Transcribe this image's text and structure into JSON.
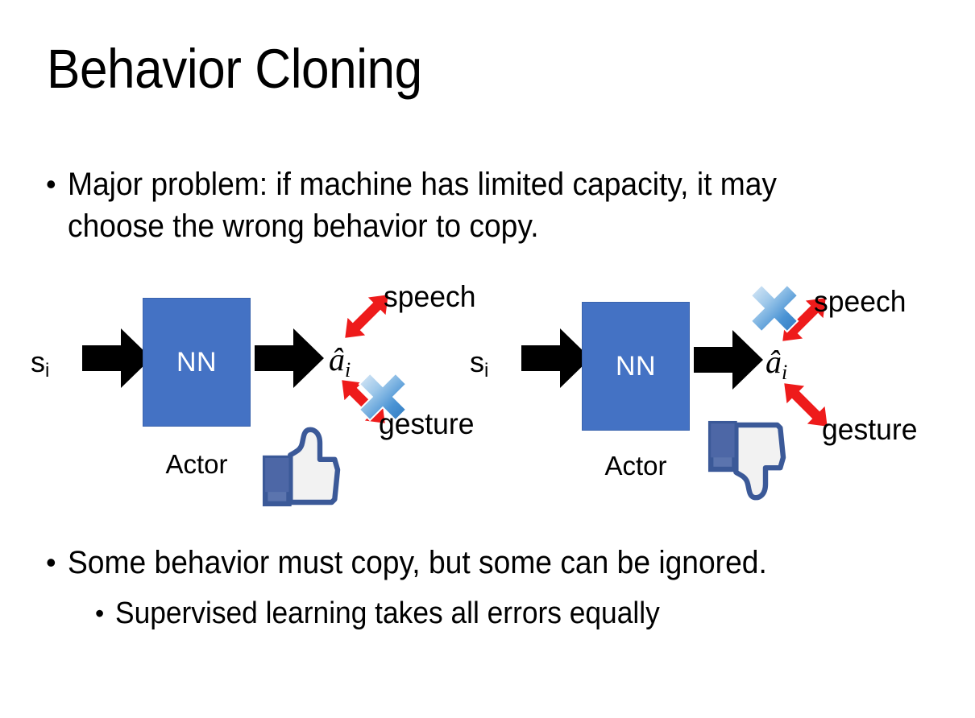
{
  "slide": {
    "title": "Behavior Cloning",
    "background_color": "#ffffff",
    "text_color": "#000000"
  },
  "bullets": [
    {
      "level": 1,
      "marker": "•",
      "text": "Major problem: if machine has limited capacity, it may choose the wrong behavior to copy."
    },
    {
      "level": 1,
      "marker": "•",
      "text": "Some behavior must copy, but some can be ignored."
    },
    {
      "level": 2,
      "marker": "•",
      "text": "Supervised learning takes all errors equally"
    }
  ],
  "diagrams": [
    {
      "id": "left",
      "state_label": "s",
      "state_subscript": "i",
      "network_label": "NN",
      "network_caption": "Actor",
      "action_label": "â",
      "action_subscript": "i",
      "outputs": [
        {
          "name": "speech",
          "crossed_out": false
        },
        {
          "name": "gesture",
          "crossed_out": true
        }
      ],
      "verdict_icon": "thumbs-up",
      "colors": {
        "network_fill": "#4472C4",
        "network_border": "#3a63ad",
        "network_text": "#ffffff",
        "flow_arrow": "#000000",
        "output_arrow": "#ee1b1b",
        "cross_mark": "#5a9bd5",
        "thumb": "#3b5998"
      }
    },
    {
      "id": "right",
      "state_label": "s",
      "state_subscript": "i",
      "network_label": "NN",
      "network_caption": "Actor",
      "action_label": "â",
      "action_subscript": "i",
      "outputs": [
        {
          "name": "speech",
          "crossed_out": true
        },
        {
          "name": "gesture",
          "crossed_out": false
        }
      ],
      "verdict_icon": "thumbs-down",
      "colors": {
        "network_fill": "#4472C4",
        "network_border": "#3a63ad",
        "network_text": "#ffffff",
        "flow_arrow": "#000000",
        "output_arrow": "#ee1b1b",
        "cross_mark": "#5a9bd5",
        "thumb": "#3b5998"
      }
    }
  ]
}
